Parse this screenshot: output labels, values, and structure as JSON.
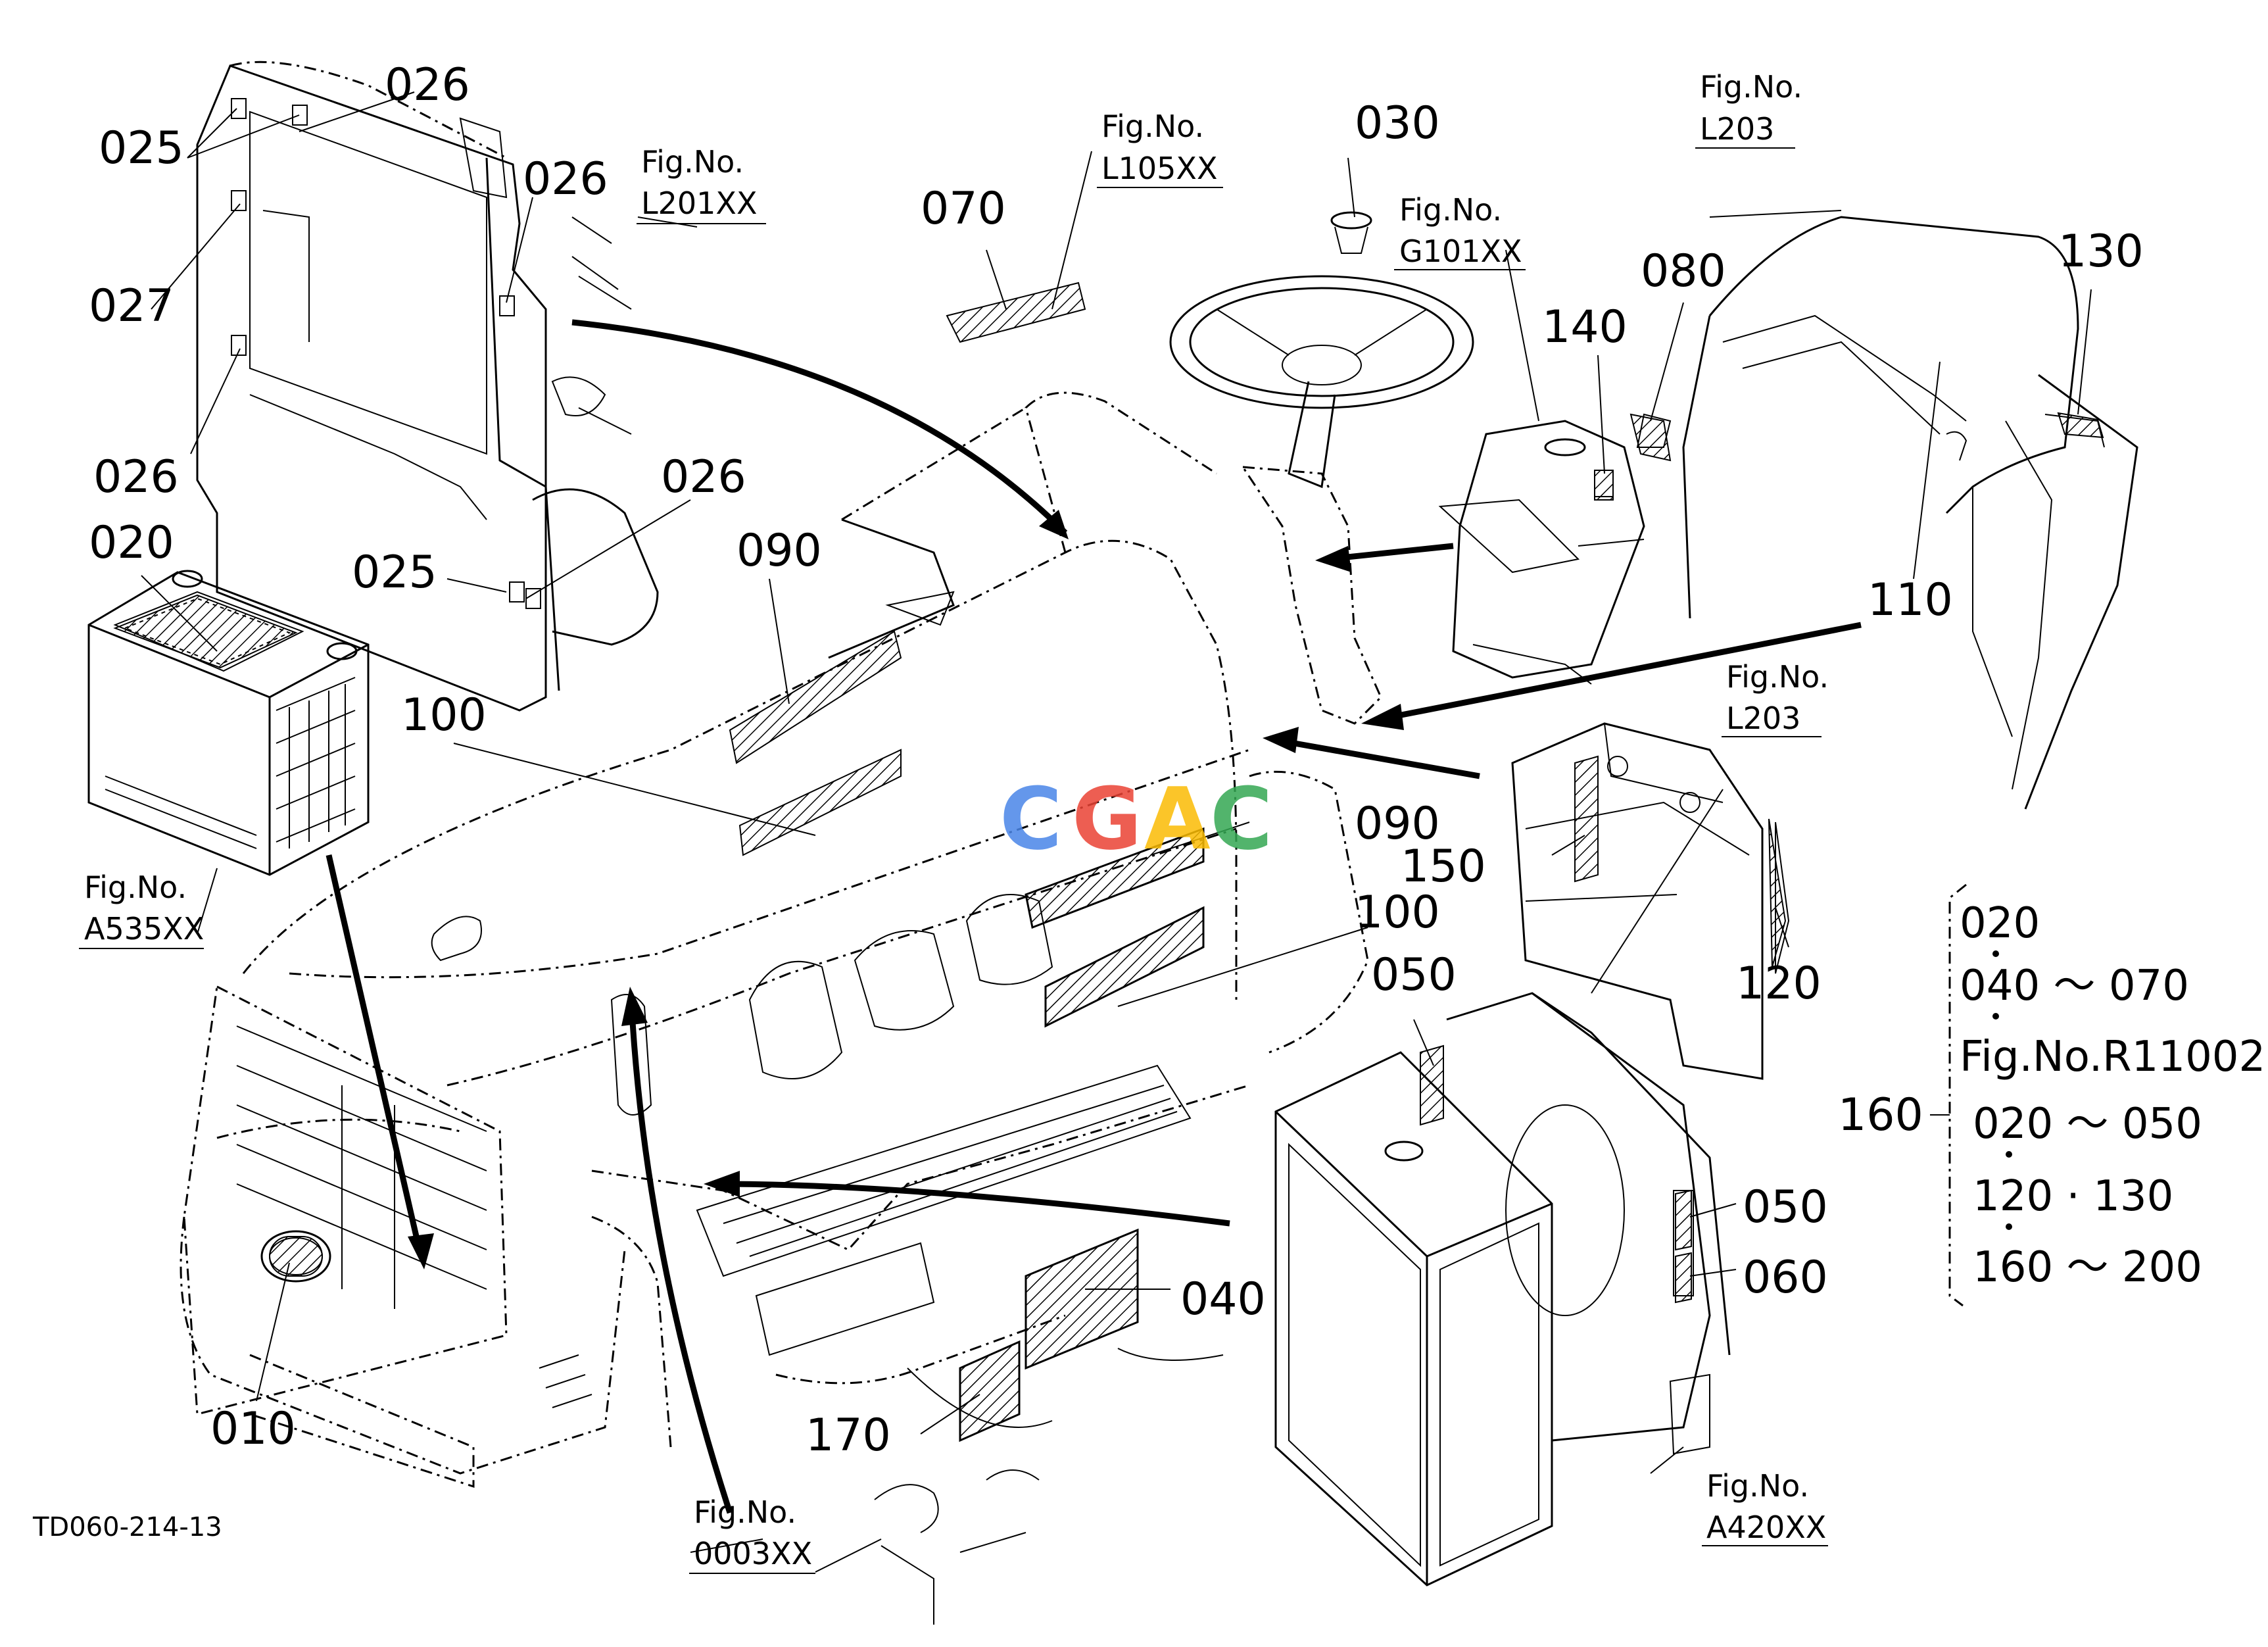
{
  "drawing_code": "TD060-214-13",
  "watermark": {
    "letters": [
      "C",
      "G",
      "A",
      "C"
    ],
    "colors": [
      "#4a86e8",
      "#ea4335",
      "#fbbc04",
      "#34a853"
    ]
  },
  "callouts": {
    "c010": "010",
    "c020": "020",
    "c025a": "025",
    "c025b": "025",
    "c026a": "026",
    "c026b": "026",
    "c026c": "026",
    "c026d": "026",
    "c027": "027",
    "c030": "030",
    "c040": "040",
    "c050a": "050",
    "c050b": "050",
    "c060": "060",
    "c070": "070",
    "c080": "080",
    "c090a": "090",
    "c090b": "090",
    "c100a": "100",
    "c100b": "100",
    "c110": "110",
    "c120": "120",
    "c130": "130",
    "c140": "140",
    "c150": "150",
    "c160": "160",
    "c170": "170"
  },
  "figure_refs": {
    "l201": {
      "label": "Fig.No.",
      "number": "L201XX"
    },
    "l105": {
      "label": "Fig.No.",
      "number": "L105XX"
    },
    "g101": {
      "label": "Fig.No.",
      "number": "G101XX"
    },
    "l203a": {
      "label": "Fig.No.",
      "number": "L203"
    },
    "l203b": {
      "label": "Fig.No.",
      "number": "L203"
    },
    "a535": {
      "label": "Fig.No.",
      "number": "A535XX"
    },
    "a420": {
      "label": "Fig.No.",
      "number": "A420XX"
    },
    "f0003": {
      "label": "Fig.No.",
      "number": "0003XX"
    }
  },
  "kit_160": {
    "lines": [
      "020",
      "040 〜 070",
      "Fig.No.R11002",
      "020 〜 050",
      "120 · 130",
      "160 〜 200"
    ]
  }
}
